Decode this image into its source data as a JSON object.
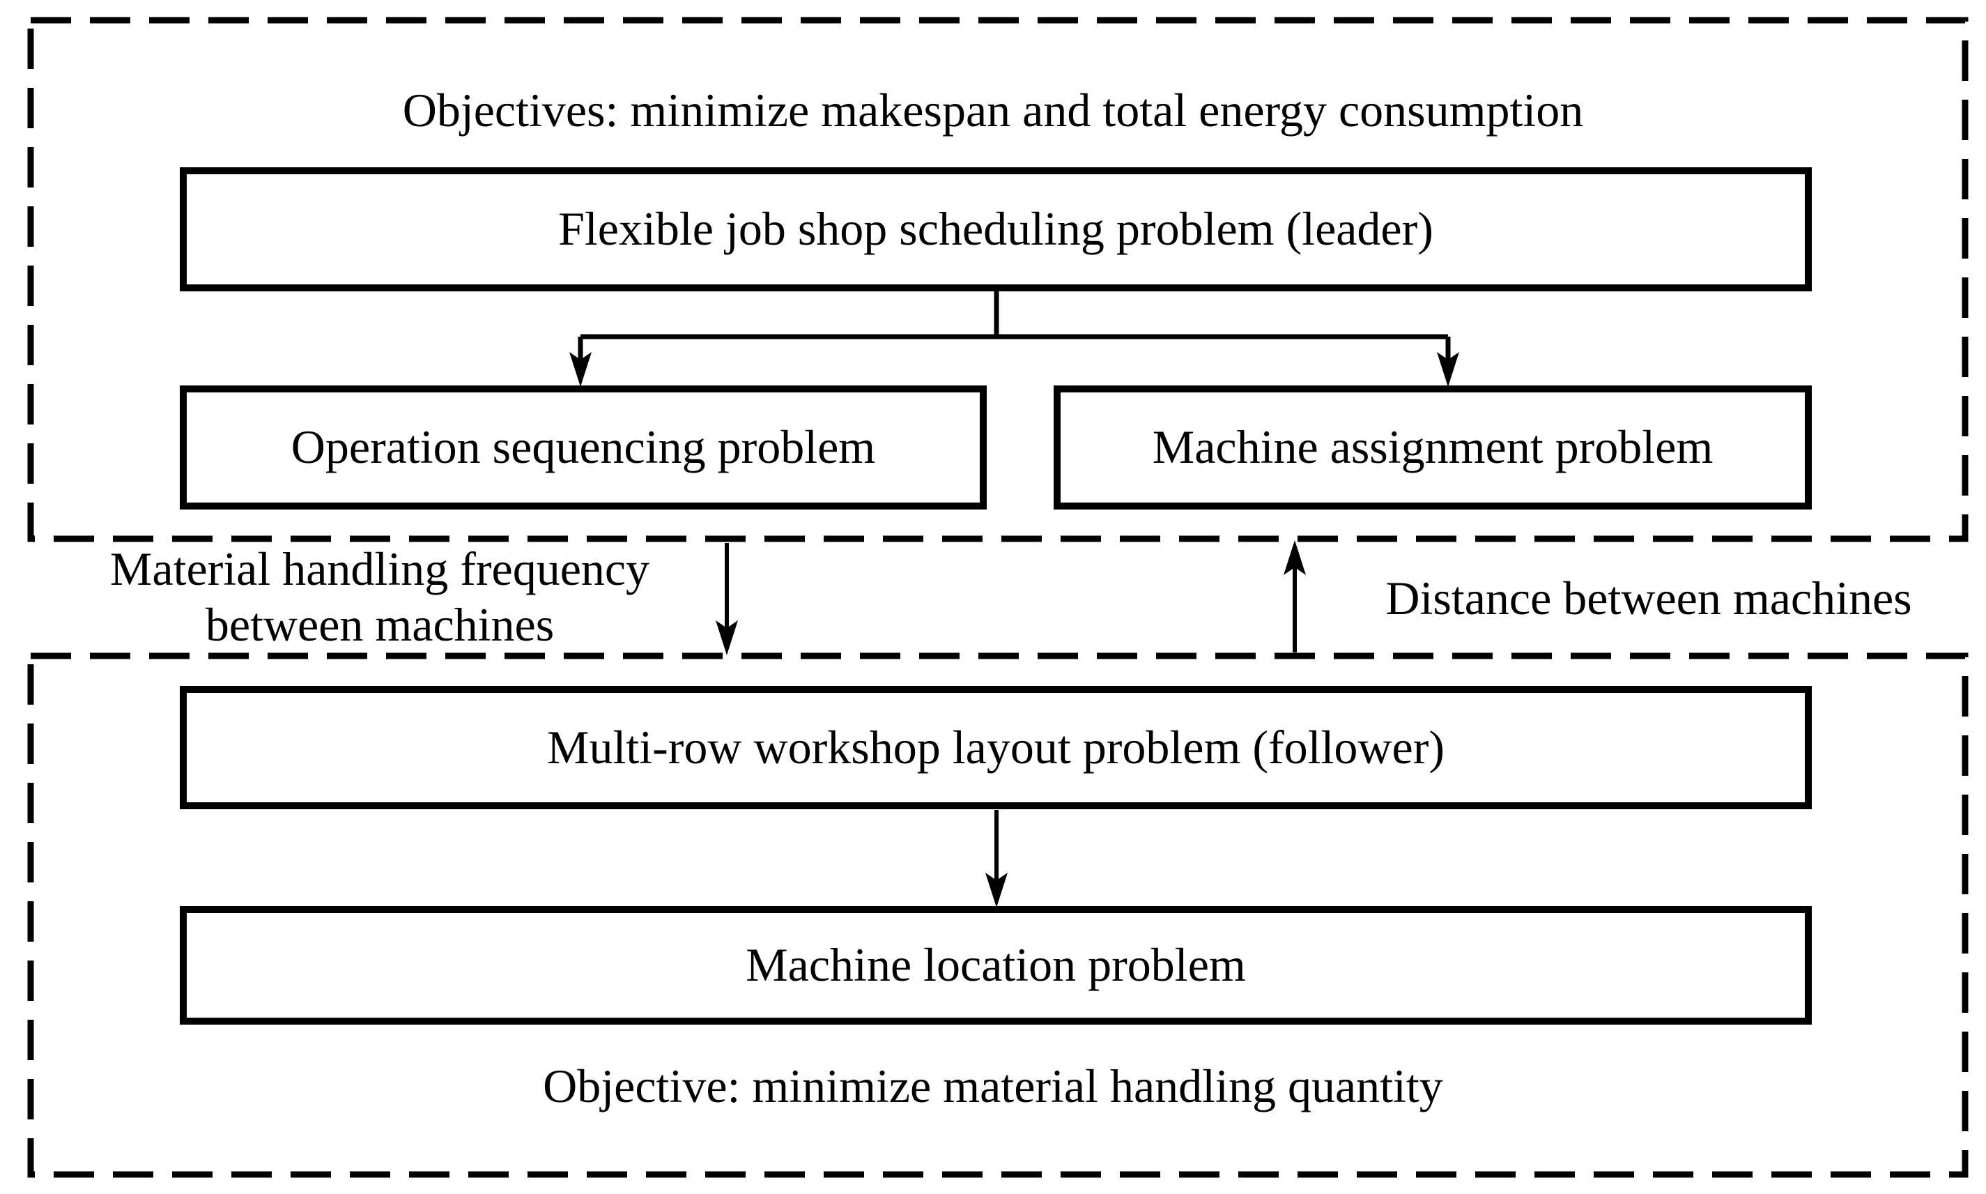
{
  "figure": {
    "colors": {
      "ink": "#000000",
      "background": "#ffffff"
    },
    "upper_region": {
      "objectives_label": "Objectives: minimize makespan and total energy consumption",
      "leader_box_label": "Flexible job shop scheduling problem (leader)",
      "operation_sequencing_box_label": "Operation sequencing problem",
      "machine_assignment_box_label": "Machine assignment problem"
    },
    "coupling_labels": {
      "material_handling_lines": [
        "Material handling frequency",
        "between machines"
      ],
      "distance_label": "Distance between machines"
    },
    "lower_region": {
      "follower_box_label": "Multi-row workshop layout problem (follower)",
      "machine_location_box_label": "Machine location problem",
      "objective_label": "Objective: minimize material handling quantity"
    }
  }
}
